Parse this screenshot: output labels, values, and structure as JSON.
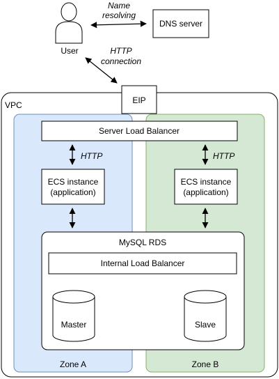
{
  "user": {
    "label": "User"
  },
  "name_resolving": {
    "line1": "Name",
    "line2": "resolving"
  },
  "dns_server": {
    "label": "DNS server"
  },
  "http_connection": {
    "line1": "HTTP",
    "line2": "connection"
  },
  "vpc": {
    "label": "VPC"
  },
  "eip": {
    "label": "EIP"
  },
  "server_load_balancer": {
    "label": "Server Load Balancer"
  },
  "http_left": {
    "label": "HTTP"
  },
  "http_right": {
    "label": "HTTP"
  },
  "ecs_left": {
    "line1": "ECS instance",
    "line2": "(application)"
  },
  "ecs_right": {
    "line1": "ECS instance",
    "line2": "(application)"
  },
  "mysql_rds": {
    "label": "MySQL RDS"
  },
  "internal_load_balancer": {
    "label": "Internal Load Balancer"
  },
  "master": {
    "label": "Master"
  },
  "slave": {
    "label": "Slave"
  },
  "zone_a": {
    "label": "Zone A",
    "fill": "#dae8fc",
    "stroke": "#6c8ebf"
  },
  "zone_b": {
    "label": "Zone B",
    "fill": "#d5e8d4",
    "stroke": "#82b366"
  }
}
